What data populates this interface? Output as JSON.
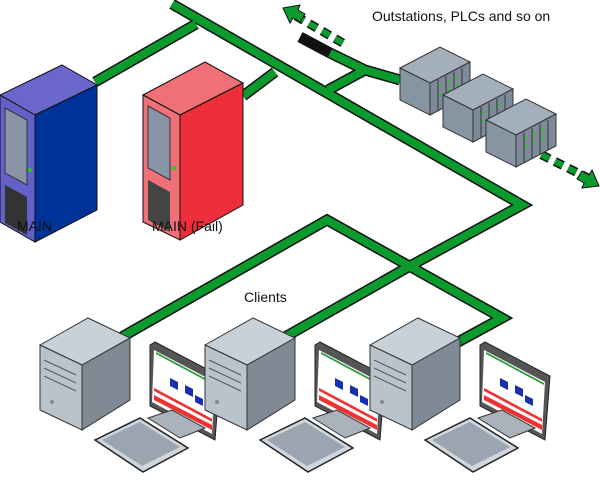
{
  "labels": {
    "main": "MAIN",
    "main_fail": "MAIN (Fail)",
    "clients": "Clients",
    "outstations": "Outstations, PLCs and so on"
  },
  "colors": {
    "network": "#0a9a2e",
    "main_server": "#003399",
    "fail_server": "#ee2e3a",
    "plc": "#8a98a8",
    "client": "#9aa4ae"
  },
  "nodes": {
    "servers": [
      {
        "label_key": "main",
        "state": "normal"
      },
      {
        "label_key": "main_fail",
        "state": "fail"
      }
    ],
    "plc_count": 3,
    "client_count": 3
  }
}
